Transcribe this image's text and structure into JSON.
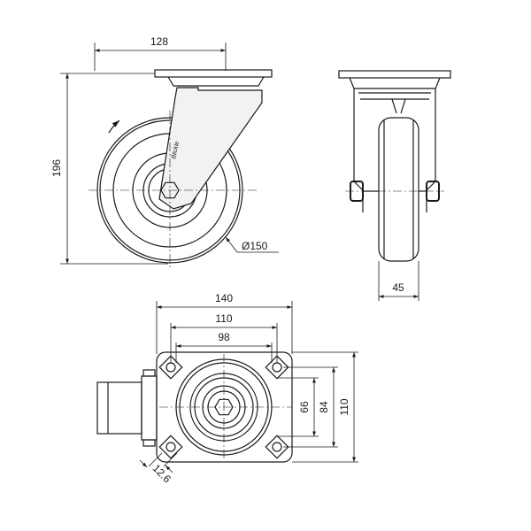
{
  "dimensions": {
    "top_width": "128",
    "overall_height": "196",
    "wheel_diameter": "Ø150",
    "wheel_width": "45",
    "plate_width": "140",
    "hole_spacing_x": "110",
    "inner_width": "98",
    "inner_height": "66",
    "hole_spacing_y": "84",
    "plate_height": "110",
    "slot_width": "12.6"
  },
  "brand_mark": "Blickle"
}
